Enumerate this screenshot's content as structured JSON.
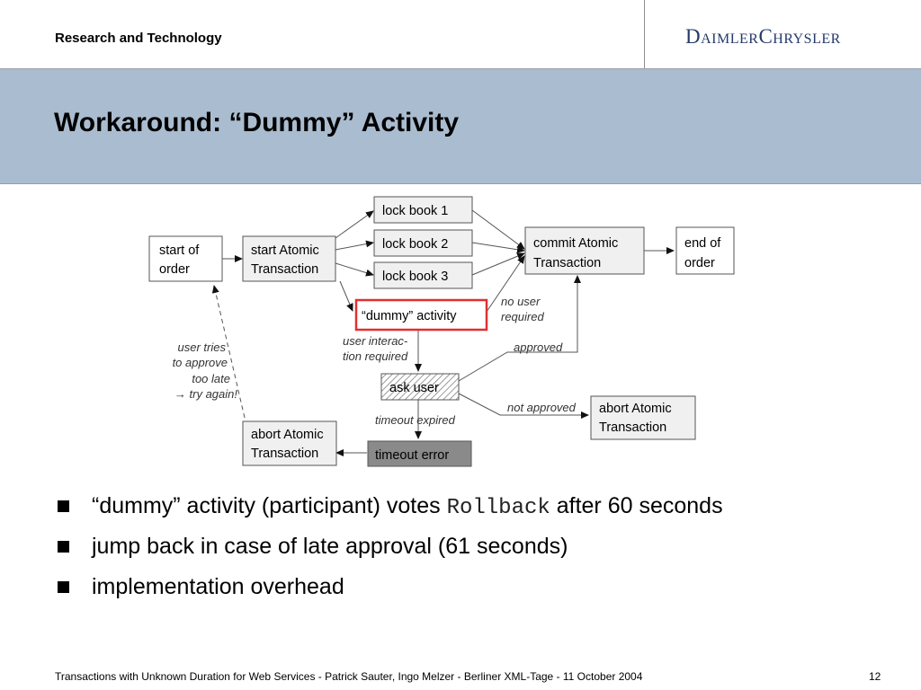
{
  "header": {
    "department": "Research and Technology",
    "logo_text": "DaimlerChrysler"
  },
  "slide": {
    "title": "Workaround: “Dummy” Activity"
  },
  "diagram": {
    "nodes": {
      "start_order": [
        "start of",
        "order"
      ],
      "start_atomic": [
        "start Atomic",
        "Transaction"
      ],
      "lock1": [
        "lock book 1"
      ],
      "lock2": [
        "lock book 2"
      ],
      "lock3": [
        "lock book 3"
      ],
      "commit": [
        "commit Atomic",
        "Transaction"
      ],
      "end_order": [
        "end of",
        "order"
      ],
      "dummy": [
        "“dummy” activity"
      ],
      "ask_user": [
        "ask user"
      ],
      "abort_right": [
        "abort Atomic",
        "Transaction"
      ],
      "abort_left": [
        "abort Atomic",
        "Transaction"
      ],
      "timeout_error": [
        "timeout error"
      ]
    },
    "labels": {
      "no_user_required": [
        "no user",
        "required"
      ],
      "user_interaction": [
        "user interac-",
        "tion required"
      ],
      "approved": [
        "approved"
      ],
      "not_approved": [
        "not approved"
      ],
      "timeout_expired": [
        "timeout expired"
      ],
      "user_tries": [
        "user tries",
        "to approve",
        "too late",
        "→ try again!"
      ]
    },
    "colors": {
      "highlight": "#e03030",
      "box_fill": "#f0f0f0",
      "timeout_fill": "#8a8a8a",
      "arrow": "#333333"
    }
  },
  "bullets": {
    "b1_pre": "“dummy” activity (participant) votes",
    "b1_code": "Rollback",
    "b1_post": "after 60 seconds",
    "b2": "jump back in case of late approval (61 seconds)",
    "b3": "implementation overhead"
  },
  "footer": {
    "text": "Transactions with Unknown Duration for Web Services - Patrick Sauter, Ingo Melzer - Berliner XML-Tage - 11 October 2004",
    "page": "12"
  }
}
